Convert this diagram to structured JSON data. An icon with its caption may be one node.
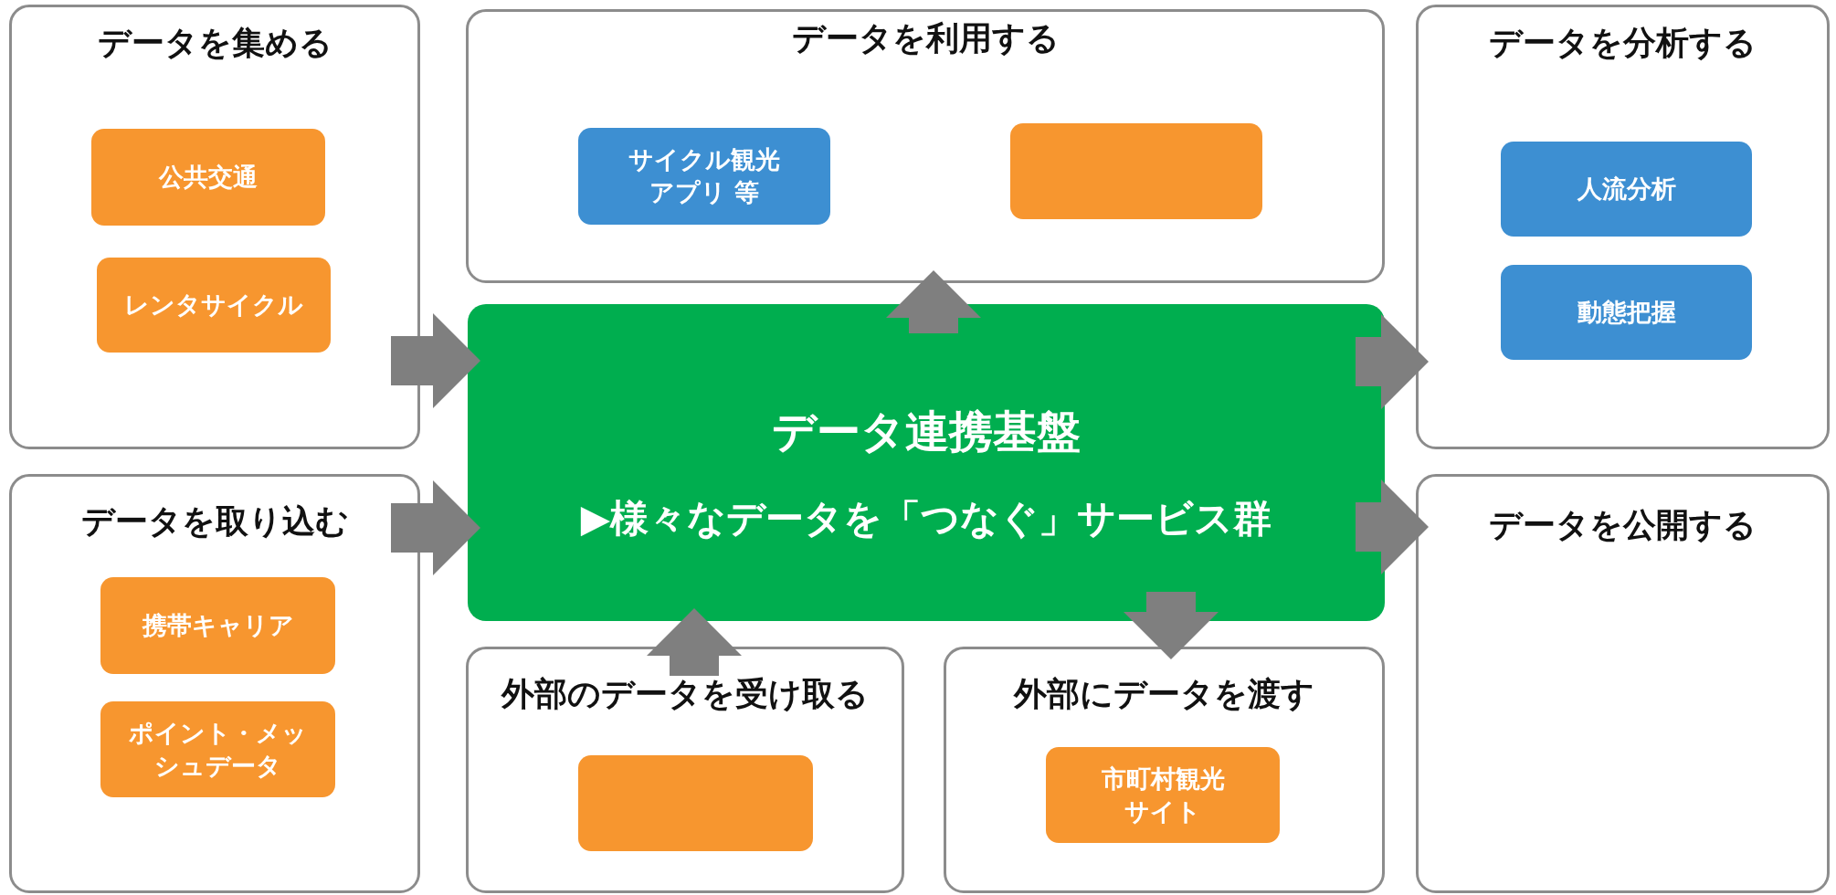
{
  "diagram": {
    "nodes": [
      {
        "text": [
          "データを集める"
        ]
      },
      {
        "text": [
          "公共交通"
        ],
        "in": 0
      },
      {
        "text": [
          "レンタサイクル"
        ],
        "in": 0
      },
      {
        "text": [
          "データを利用する"
        ]
      },
      {
        "text": [
          "サイクル観光アプリ 等"
        ],
        "in": 3
      },
      {
        "text": [],
        "shape": "box",
        "in": 3
      },
      {
        "text": [
          "データを分析する"
        ]
      },
      {
        "text": [
          "人流分析"
        ],
        "in": 6
      },
      {
        "text": [
          "動態把握"
        ],
        "in": 6
      },
      {
        "text": [
          "データ連携基盤",
          "▶様々なデータを「つなぐ」サービス群"
        ]
      },
      {
        "text": [
          "データを取り込む"
        ]
      },
      {
        "text": [
          "携帯キャリア"
        ],
        "in": 10
      },
      {
        "text": [
          "ポイント・メッシュデータ"
        ],
        "in": 10
      },
      {
        "text": [
          "外部のデータを受け取る"
        ]
      },
      {
        "text": [],
        "shape": "box",
        "in": 13
      },
      {
        "text": [
          "外部にデータを渡す"
        ]
      },
      {
        "text": [
          "市町村観光サイト"
        ],
        "in": 15
      },
      {
        "text": [
          "データを公開する"
        ]
      }
    ],
    "edges": [
      {
        "from": 0,
        "to": 9,
        "arrow": "to"
      },
      {
        "from": 10,
        "to": 9,
        "arrow": "to"
      },
      {
        "from": 9,
        "to": 3,
        "arrow": "to"
      },
      {
        "from": 13,
        "to": 9,
        "arrow": "to"
      },
      {
        "from": 9,
        "to": 15,
        "arrow": "to"
      },
      {
        "from": 9,
        "to": 6,
        "arrow": "to"
      },
      {
        "from": 9,
        "to": 17,
        "arrow": "to"
      }
    ]
  }
}
